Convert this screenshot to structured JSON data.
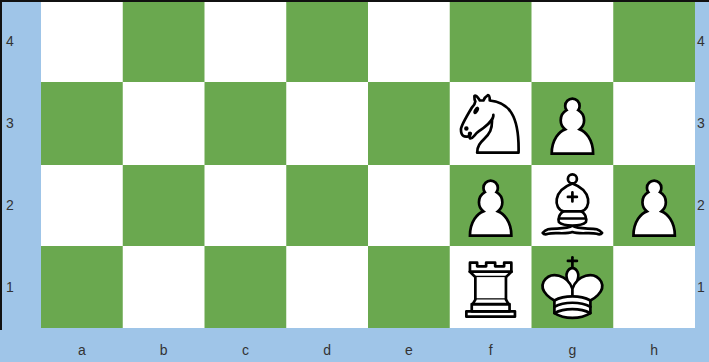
{
  "diagram": {
    "labels": [
      "4",
      "3",
      "2",
      "1",
      "4",
      "3",
      "2",
      "1",
      "a",
      "b",
      "c",
      "d",
      "e",
      "f",
      "g",
      "h"
    ]
  }
}
